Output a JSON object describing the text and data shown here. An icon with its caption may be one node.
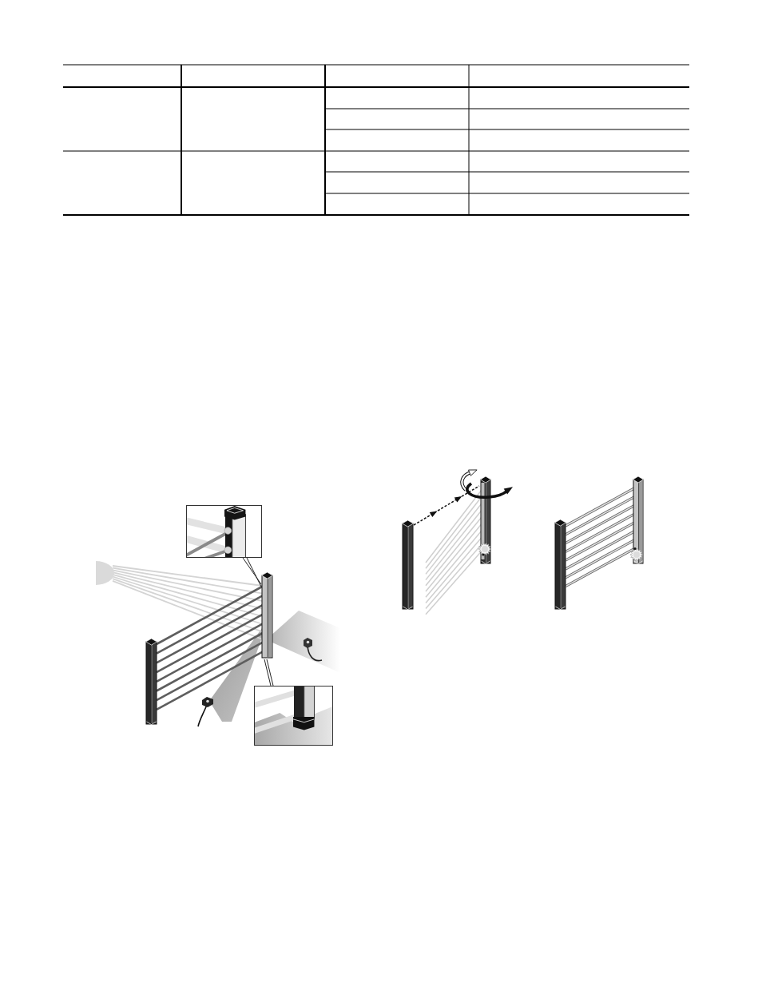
{
  "diagram": {
    "nodes": [
      {
        "text": [],
        "shape": "picture"
      },
      {
        "text": [],
        "shape": "bar"
      },
      {
        "text": [],
        "shape": "picture"
      }
    ],
    "edges": [
      {
        "from": 0,
        "to": 1,
        "arrow": "none"
      },
      {
        "from": 2,
        "to": 1,
        "arrow": "none"
      }
    ]
  }
}
